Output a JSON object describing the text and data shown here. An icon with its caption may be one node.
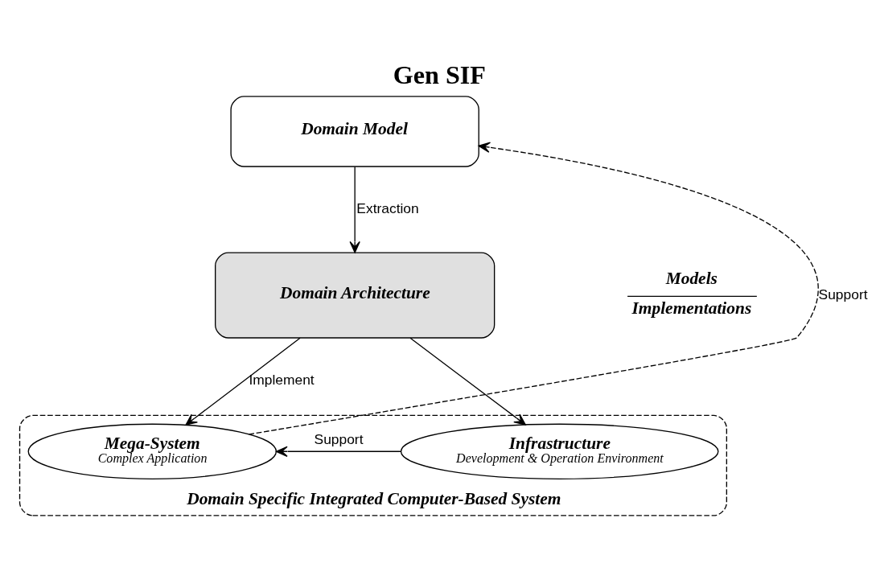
{
  "diagram": {
    "title": "Gen SIF",
    "nodes": [
      {
        "text": [
          "Domain Model"
        ]
      },
      {
        "text": [
          "Domain Architecture"
        ]
      },
      {
        "text": [
          "Domain Specific Integrated Computer-Based System"
        ]
      },
      {
        "text": [
          "Mega-System",
          "Complex Application"
        ],
        "in": 2
      },
      {
        "text": [
          "Infrastructure",
          "Development & Operation Environment"
        ],
        "in": 2
      }
    ],
    "edges": [
      {
        "from": 0,
        "to": 1,
        "arrow": "to",
        "label": "Extraction"
      },
      {
        "from": 1,
        "to": 3,
        "arrow": "to",
        "label": "Implement"
      },
      {
        "from": 1,
        "to": 4,
        "arrow": "to"
      },
      {
        "from": 4,
        "to": 3,
        "arrow": "to",
        "label": "Support"
      },
      {
        "from": 3,
        "to": 0,
        "arrow": "to",
        "label": "Support",
        "style": "dashed"
      }
    ],
    "labels": [
      "Models",
      "Implementations"
    ]
  }
}
